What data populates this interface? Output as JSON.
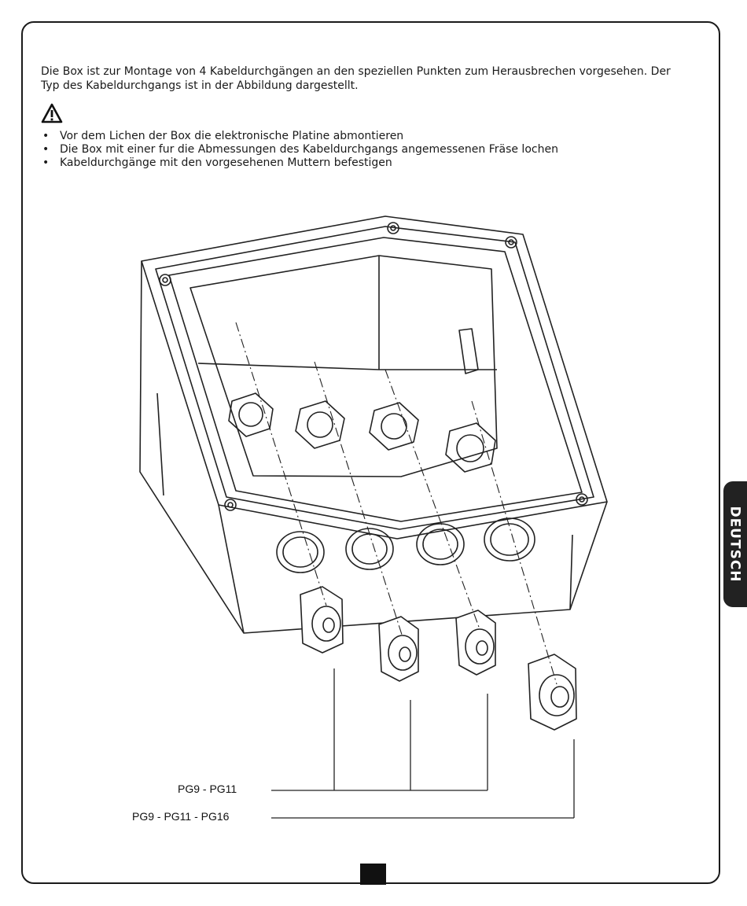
{
  "intro": "Die Box ist zur Montage von 4 Kabeldurchgängen an den speziellen Punkten zum Herausbrechen vorgesehen. Der Typ des Kabeldurchgangs ist in der Abbildung dargestellt.",
  "warning_icon": "warning-triangle-icon",
  "bullets": [
    "Vor dem Lichen der Box die elektronische Platine abmontieren",
    "Die Box mit einer fur die Abmessungen des Kabeldurchgangs angemessenen Fräse lochen",
    "Kabeldurchgänge mit den vorgesehenen Muttern befestigen"
  ],
  "figure": {
    "label_small": "PG9 - PG11",
    "label_large": "PG9 - PG11 - PG16"
  },
  "side_tab": "DEUTSCH"
}
